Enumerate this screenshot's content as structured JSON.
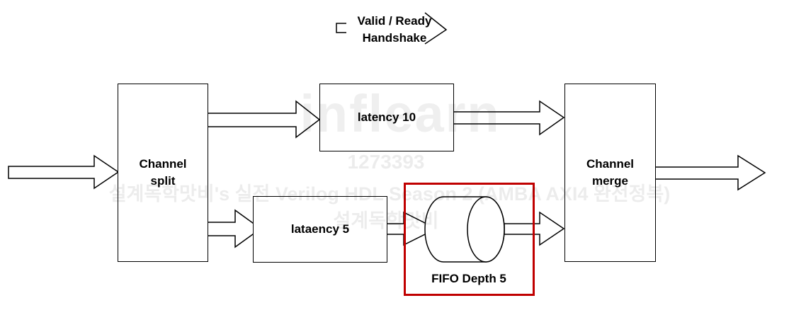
{
  "legend": {
    "line1": "Valid / Ready",
    "line2": "Handshake"
  },
  "blocks": {
    "split": {
      "line1": "Channel",
      "line2": "split"
    },
    "latency10": {
      "label": "latency 10"
    },
    "latency5": {
      "label": "lataency 5"
    },
    "merge": {
      "line1": "Channel",
      "line2": "merge"
    },
    "fifo": {
      "label": "FIFO Depth 5"
    }
  },
  "highlight": {
    "color": "#c00000"
  },
  "watermark": {
    "logo": "inflearn",
    "id": "1273393",
    "line1": "설계독학맛비's 실전 Verilog HDL Season 2 (AMBA AXI4 완전정복)",
    "line2": "설계독학맛비"
  }
}
